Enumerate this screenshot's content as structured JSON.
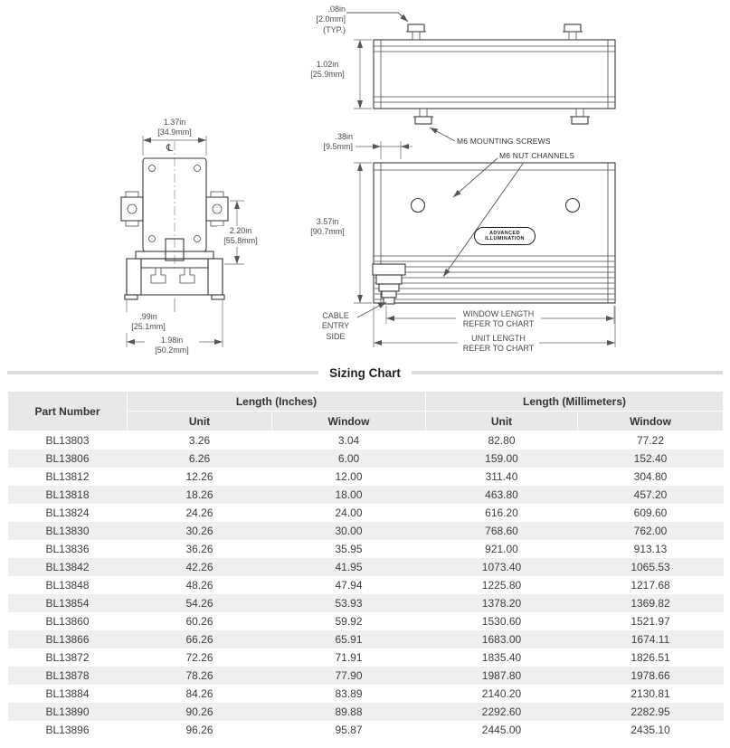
{
  "drawing": {
    "end_view": {
      "dim_width": {
        "in": "1.37in",
        "mm": "[34.9mm]"
      },
      "centerline_symbol": "℄",
      "dim_height": {
        "in": "2.20in",
        "mm": "[55.8mm]"
      },
      "dim_half_base": {
        "in": ".99in",
        "mm": "[25.1mm]"
      },
      "dim_base": {
        "in": "1.98in",
        "mm": "[50.2mm]"
      }
    },
    "top_view": {
      "dim_screw_gap": {
        "in": ".08in",
        "mm": "[2.0mm]",
        "typ": "(TYP.)"
      },
      "dim_height": {
        "in": "1.02in",
        "mm": "[25.9mm]"
      },
      "label_mounting_screws": "M6 MOUNTING SCREWS"
    },
    "side_view": {
      "dim_end_offset": {
        "in": ".38in",
        "mm": "[9.5mm]"
      },
      "dim_height": {
        "in": "3.57in",
        "mm": "[90.7mm]"
      },
      "label_nut_channels": "M6 NUT CHANNELS",
      "cable_entry": {
        "line1": "CABLE",
        "line2": "ENTRY",
        "line3": "SIDE"
      },
      "window_length": {
        "line1": "WINDOW LENGTH",
        "line2": "REFER TO CHART"
      },
      "unit_length": {
        "line1": "UNIT LENGTH",
        "line2": "REFER TO CHART"
      },
      "logo": {
        "line1": "ADVANCED",
        "line2": "ILLUMINATION"
      }
    }
  },
  "section_title": "Sizing Chart",
  "colors": {
    "header_bg": "#e8e8e8",
    "row_alt_bg": "#efefef",
    "drawing_line": "#3a3a3a",
    "dimension_line": "#8a8a8a"
  },
  "table": {
    "headers": {
      "part_number": "Part Number",
      "inches_group": "Length (Inches)",
      "mm_group": "Length (Millimeters)",
      "unit": "Unit",
      "window": "Window"
    },
    "rows": [
      {
        "part": "BL13803",
        "unit_in": "3.26",
        "window_in": "3.04",
        "unit_mm": "82.80",
        "window_mm": "77.22"
      },
      {
        "part": "BL13806",
        "unit_in": "6.26",
        "window_in": "6.00",
        "unit_mm": "159.00",
        "window_mm": "152.40"
      },
      {
        "part": "BL13812",
        "unit_in": "12.26",
        "window_in": "12.00",
        "unit_mm": "311.40",
        "window_mm": "304.80"
      },
      {
        "part": "BL13818",
        "unit_in": "18.26",
        "window_in": "18.00",
        "unit_mm": "463.80",
        "window_mm": "457.20"
      },
      {
        "part": "BL13824",
        "unit_in": "24.26",
        "window_in": "24.00",
        "unit_mm": "616.20",
        "window_mm": "609.60"
      },
      {
        "part": "BL13830",
        "unit_in": "30.26",
        "window_in": "30.00",
        "unit_mm": "768.60",
        "window_mm": "762.00"
      },
      {
        "part": "BL13836",
        "unit_in": "36.26",
        "window_in": "35.95",
        "unit_mm": "921.00",
        "window_mm": "913.13"
      },
      {
        "part": "BL13842",
        "unit_in": "42.26",
        "window_in": "41.95",
        "unit_mm": "1073.40",
        "window_mm": "1065.53"
      },
      {
        "part": "BL13848",
        "unit_in": "48.26",
        "window_in": "47.94",
        "unit_mm": "1225.80",
        "window_mm": "1217.68"
      },
      {
        "part": "BL13854",
        "unit_in": "54.26",
        "window_in": "53.93",
        "unit_mm": "1378.20",
        "window_mm": "1369.82"
      },
      {
        "part": "BL13860",
        "unit_in": "60.26",
        "window_in": "59.92",
        "unit_mm": "1530.60",
        "window_mm": "1521.97"
      },
      {
        "part": "BL13866",
        "unit_in": "66.26",
        "window_in": "65.91",
        "unit_mm": "1683.00",
        "window_mm": "1674.11"
      },
      {
        "part": "BL13872",
        "unit_in": "72.26",
        "window_in": "71.91",
        "unit_mm": "1835.40",
        "window_mm": "1826.51"
      },
      {
        "part": "BL13878",
        "unit_in": "78.26",
        "window_in": "77.90",
        "unit_mm": "1987.80",
        "window_mm": "1978.66"
      },
      {
        "part": "BL13884",
        "unit_in": "84.26",
        "window_in": "83.89",
        "unit_mm": "2140.20",
        "window_mm": "2130.81"
      },
      {
        "part": "BL13890",
        "unit_in": "90.26",
        "window_in": "89.88",
        "unit_mm": "2292.60",
        "window_mm": "2282.95"
      },
      {
        "part": "BL13896",
        "unit_in": "96.26",
        "window_in": "95.87",
        "unit_mm": "2445.00",
        "window_mm": "2435.10"
      }
    ]
  }
}
